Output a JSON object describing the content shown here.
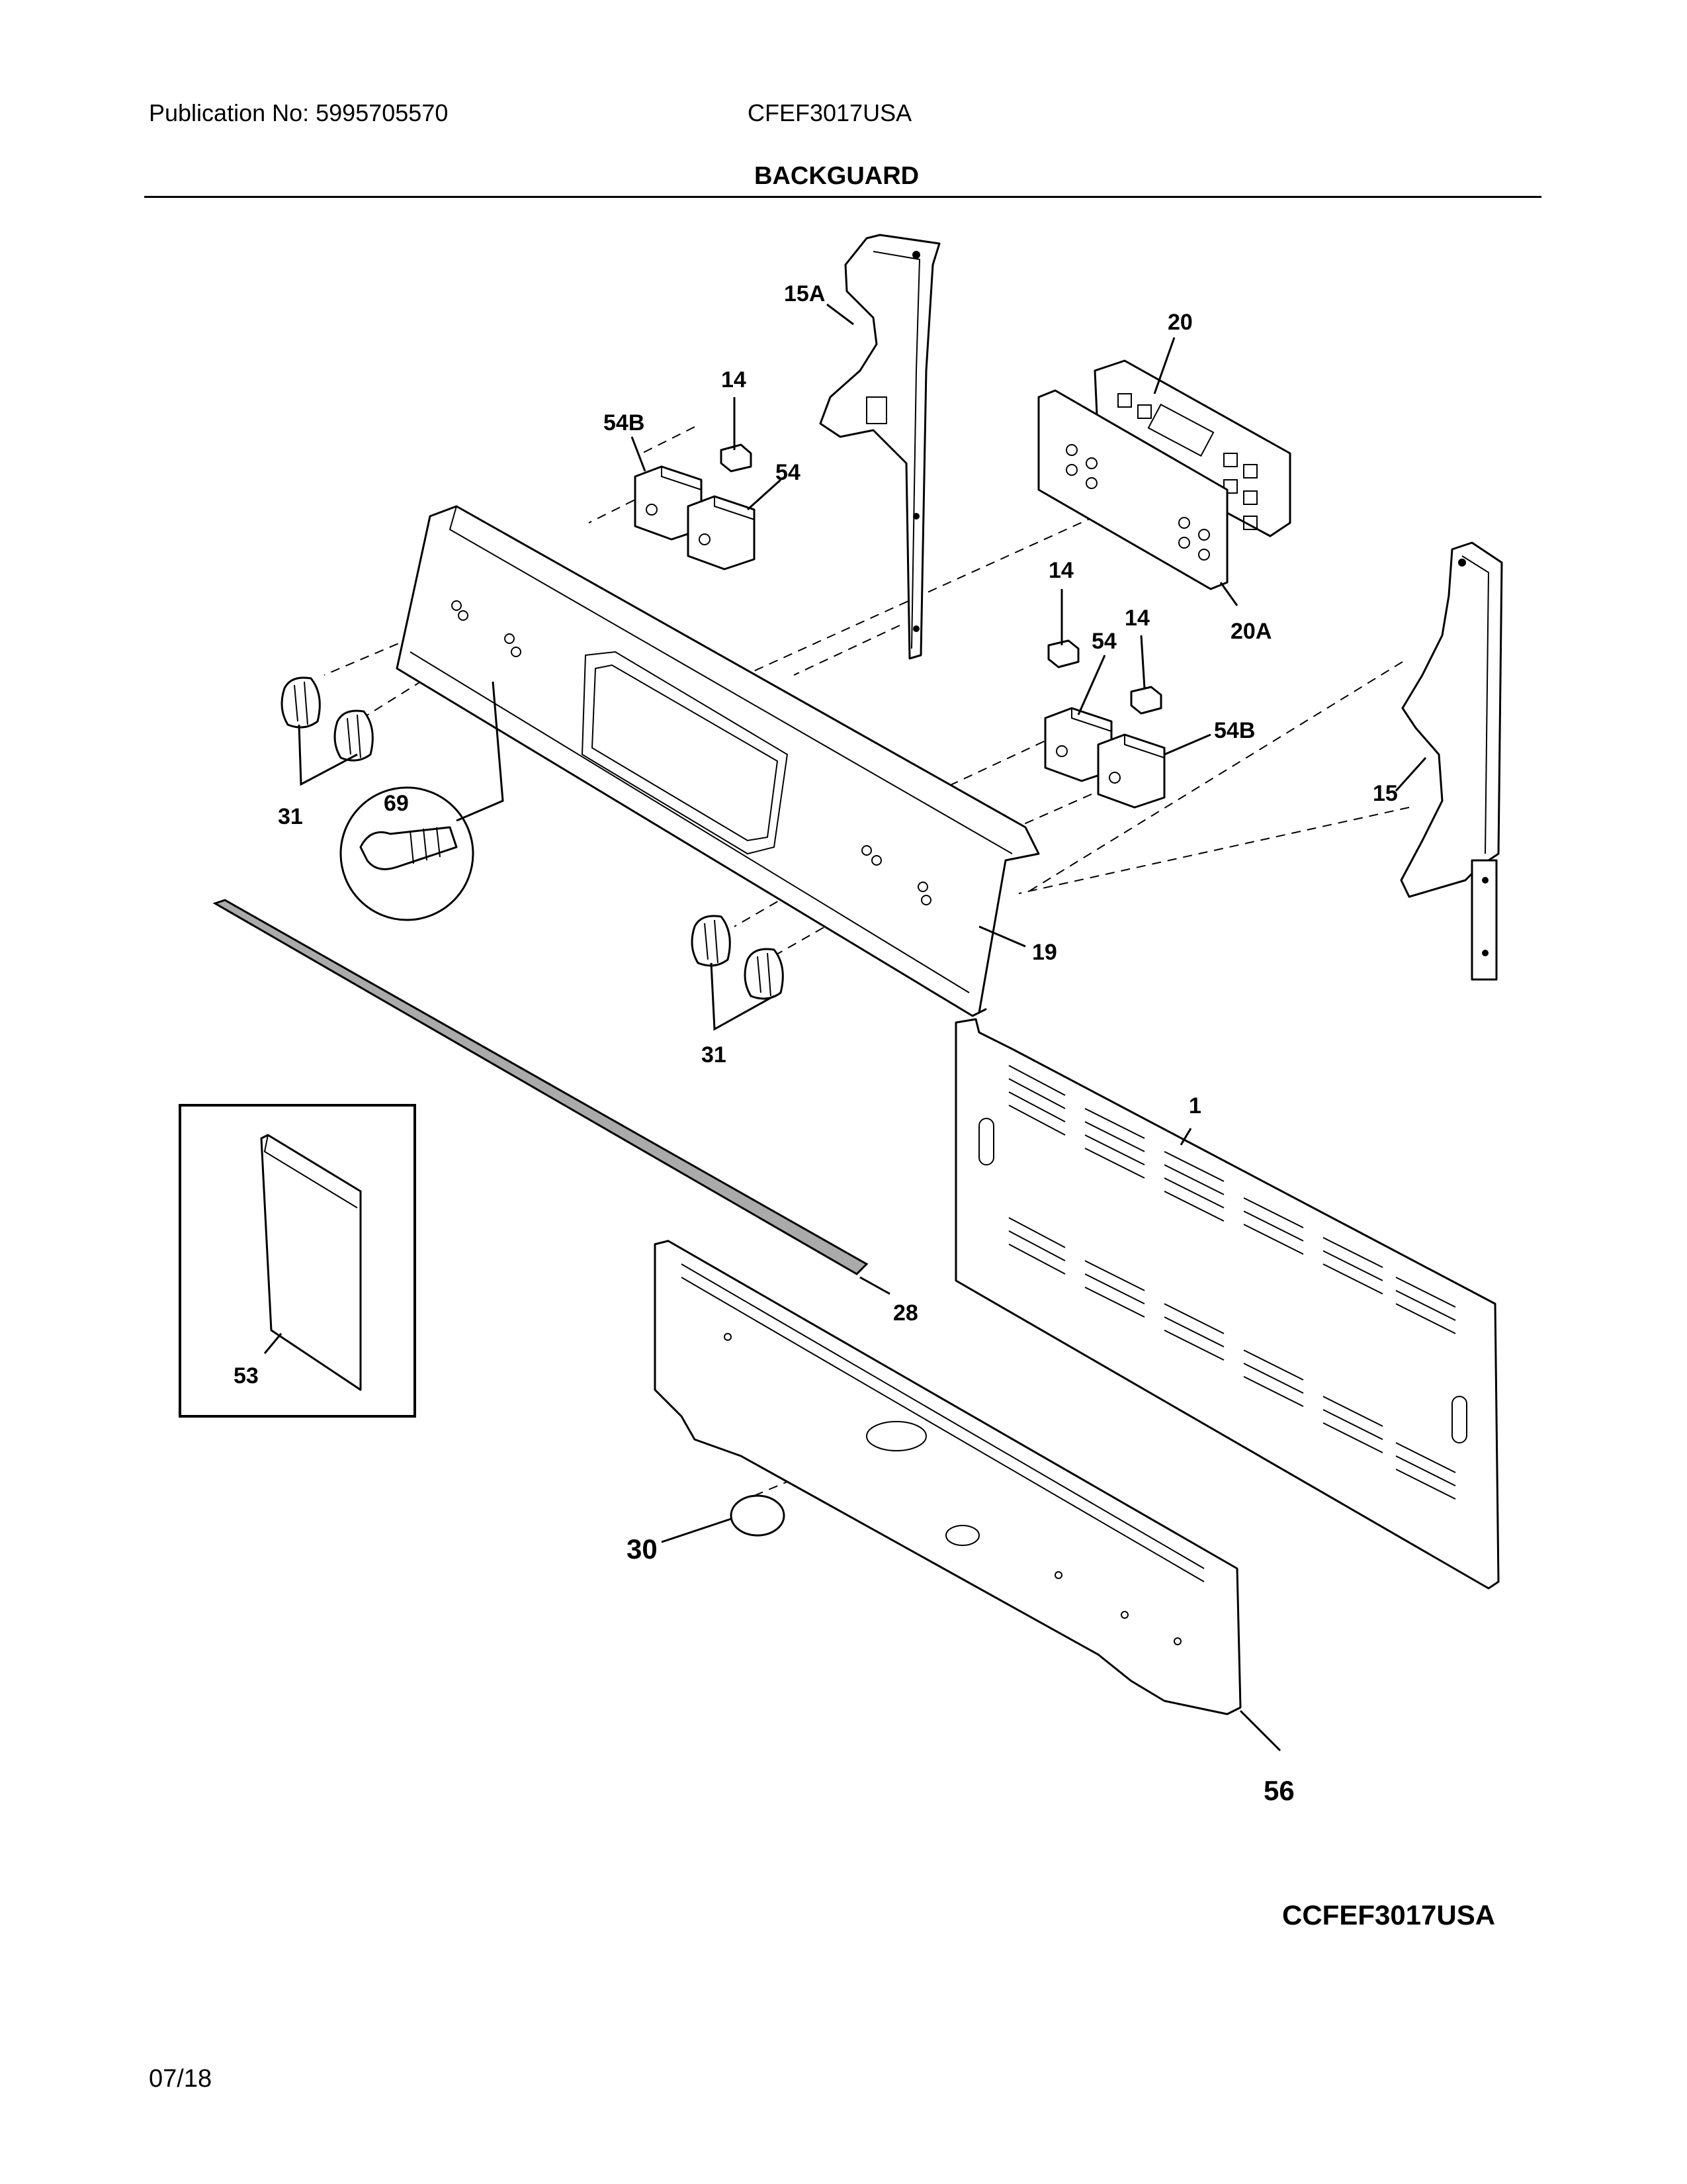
{
  "header": {
    "publication": "Publication No: 5995705570",
    "model": "CFEF3017USA",
    "section_title": "BACKGUARD"
  },
  "callouts": {
    "c15A": "15A",
    "c20": "20",
    "c14a": "14",
    "c54Ba": "54B",
    "c54a": "54",
    "c14b": "14",
    "c14c": "14",
    "c54b": "54",
    "c54Bb": "54B",
    "c20A": "20A",
    "c15": "15",
    "c69": "69",
    "c31a": "31",
    "c19": "19",
    "c31b": "31",
    "c1": "1",
    "c28": "28",
    "c53": "53",
    "c30": "30",
    "c56": "56"
  },
  "footer": {
    "diagram_code": "CCFEF3017USA",
    "date": "07/18"
  }
}
